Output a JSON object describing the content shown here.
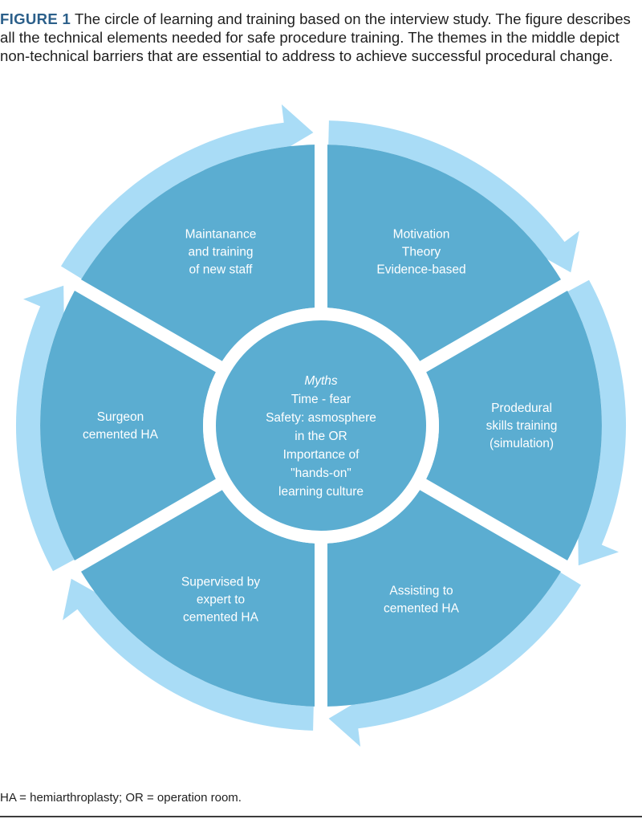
{
  "caption": {
    "label": "FIGURE 1",
    "text": "The circle of learning and training based on the interview study. The figure describes all the technical elements needed for safe procedure training. The themes in the middle depict non-technical barriers that are essential to address to achieve successful procedural change."
  },
  "colors": {
    "segment_fill": "#5badd1",
    "arrow_fill": "#a9dcf6",
    "center_fill": "#5badd1",
    "center_ring": "#ffffff",
    "label_text": "#ffffff",
    "caption_label": "#2b5f8a"
  },
  "segments": [
    {
      "id": "motivation",
      "lines": [
        "Motivation",
        "Theory",
        "Evidence-based"
      ]
    },
    {
      "id": "skills-training",
      "lines": [
        "Prodedural",
        "skills training",
        "(simulation)"
      ]
    },
    {
      "id": "assisting",
      "lines": [
        "Assisting to",
        "cemented HA"
      ]
    },
    {
      "id": "supervised",
      "lines": [
        "Supervised by",
        "expert to",
        "cemented HA"
      ]
    },
    {
      "id": "surgeon",
      "lines": [
        "Surgeon",
        "cemented HA"
      ]
    },
    {
      "id": "maintenance",
      "lines": [
        "Maintanance",
        "and training",
        "of new staff"
      ]
    }
  ],
  "center": {
    "title": "Myths",
    "lines": [
      "Time - fear",
      "Safety: asmosphere",
      "in the OR",
      "Importance of",
      "\"hands-on\"",
      "learning culture"
    ]
  },
  "footnote": "HA = hemiarthroplasty; OR = operation room."
}
